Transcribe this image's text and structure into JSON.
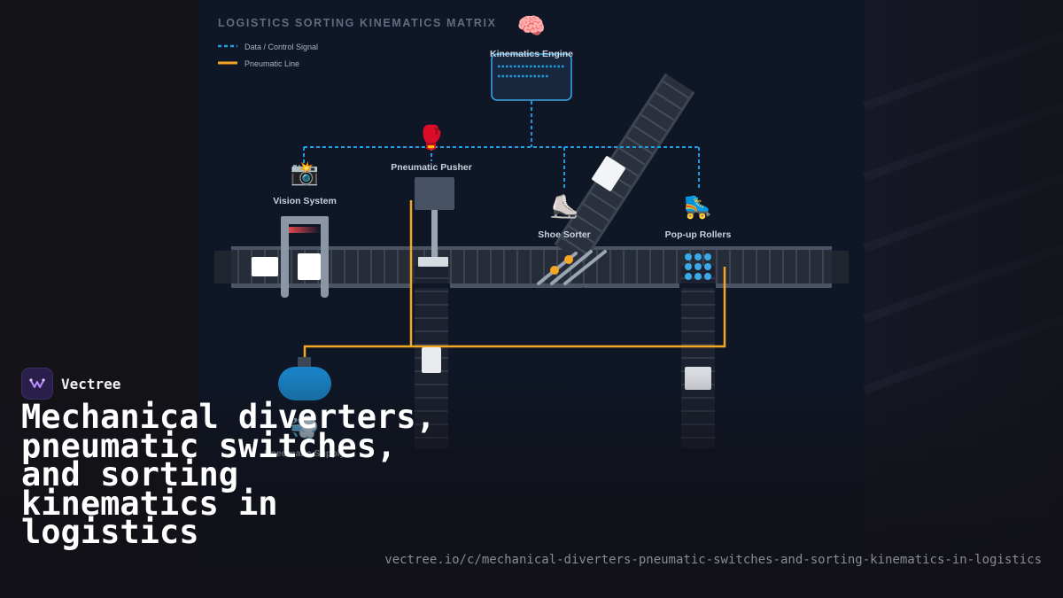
{
  "diagram": {
    "title": "LOGISTICS SORTING KINEMATICS MATRIX",
    "legend": [
      {
        "label": "Data / Control Signal",
        "style": "dashed",
        "color": "#1f9be0"
      },
      {
        "label": "Pneumatic Line",
        "style": "solid",
        "color": "#f5a623"
      }
    ],
    "nodes": {
      "kinematics_engine": {
        "label": "Kinematics Engine",
        "icon": "brain-icon"
      },
      "vision_system": {
        "label": "Vision System",
        "icon": "camera-flash-icon"
      },
      "pneumatic_pusher": {
        "label": "Pneumatic Pusher",
        "icon": "boxing-glove-icon"
      },
      "shoe_sorter": {
        "label": "Shoe Sorter",
        "icon": "ice-skate-icon"
      },
      "popup_rollers": {
        "label": "Pop-up Rollers",
        "icon": "roller-skate-icon"
      },
      "pneumatic_supply": {
        "label": "Pneumatic Supply",
        "icon": "dash-air-icon"
      }
    },
    "colors": {
      "background": "#0f1626",
      "signal": "#1f9be0",
      "pneumatic": "#f5a623",
      "conveyor": "#252c38",
      "tank": "#1a82c4"
    }
  },
  "brand": {
    "name": "Vectree",
    "logo_icon": "vectree-logo-icon"
  },
  "headline": "Mechanical diverters, pneumatic switches, and sorting kinematics in logistics",
  "url": "vectree.io/c/mechanical-diverters-pneumatic-switches-and-sorting-kinematics-in-logistics"
}
